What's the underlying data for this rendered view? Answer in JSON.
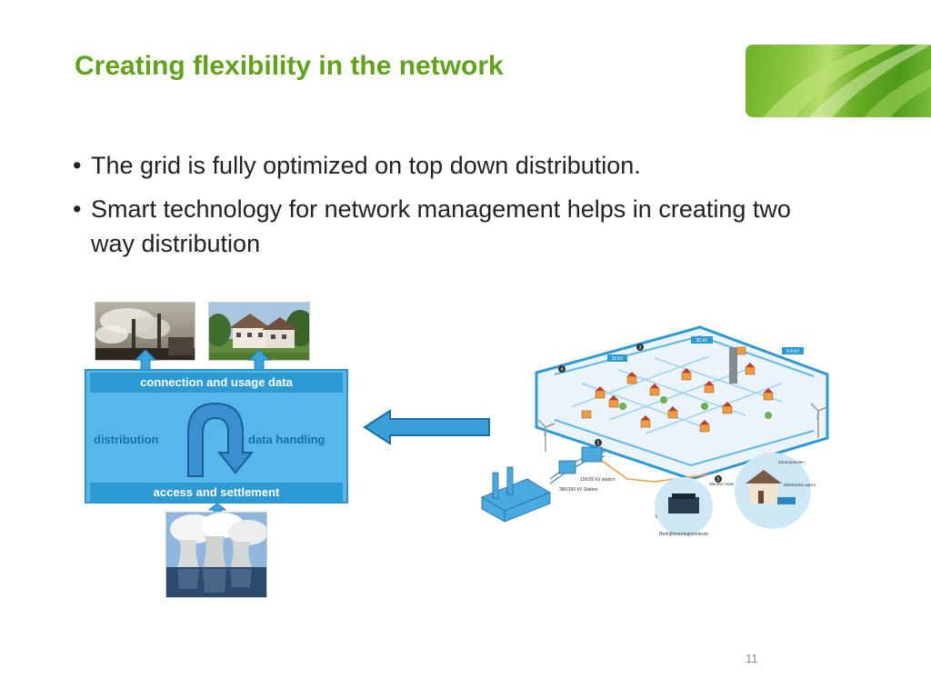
{
  "slide": {
    "title": "Creating flexibility in the network",
    "page_number": "11",
    "accent_color": "#5fa319"
  },
  "bullets": [
    {
      "marker": "•",
      "text": "The grid is fully optimized on top down distribution."
    },
    {
      "marker": "•",
      "text": "Smart technology for network management helps in creating two way distribution"
    }
  ],
  "data_diagram": {
    "top_band": "connection and usage data",
    "bottom_band": "access and settlement",
    "left_label": "distribution",
    "right_label": "data handling",
    "box_color": "#56b8ea"
  },
  "grid_illustration": {
    "labels": {
      "kv20": "20 kV",
      "kv10": "10 kV",
      "kv04": "0,4 kV",
      "station_150_20": "150/20 kV station",
      "station_380_150": "380/150 kV Station",
      "control_centre": "Bedrijfsvoeringscentrum",
      "smart_meter": "Slimme meter",
      "solar_panels": "Zonnepanelen",
      "electric_cars": "Elektrische auto's",
      "n1": "1",
      "n2": "2",
      "n3": "3",
      "n4": "4",
      "n5": "5"
    }
  }
}
